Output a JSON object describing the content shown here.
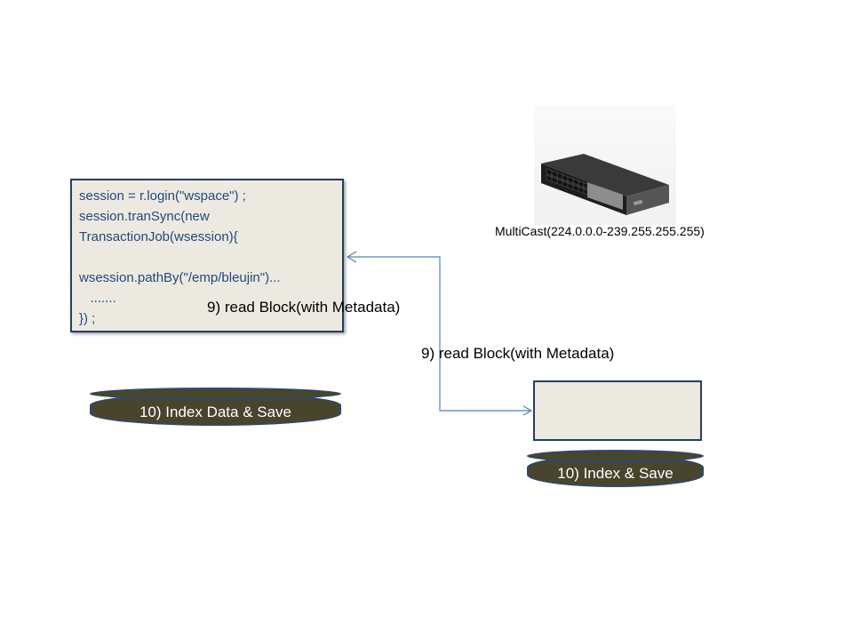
{
  "code_box": {
    "lines": [
      "session = r.login(\"wspace\") ;",
      "session.tranSync(new",
      "TransactionJob(wsession){",
      "",
      "wsession.pathBy(\"/emp/bleujin\")...",
      "   .......",
      "}) ;"
    ]
  },
  "switch": {
    "label": "MultiCast(224.0.0.0-239.255.255.255)"
  },
  "arrows": {
    "label_top": "9) read Block(with Metadata)",
    "label_bottom": "9) read Block(with Metadata)"
  },
  "disks": {
    "left_label": "10) Index Data & Save",
    "right_label": "10) Index & Save"
  },
  "colors": {
    "box_fill": "#eceae0",
    "box_border": "#243f60",
    "code_text": "#1f497d",
    "disk_fill": "#49442c",
    "disk_border": "#2a4a73",
    "arrow": "#4f81bd"
  }
}
